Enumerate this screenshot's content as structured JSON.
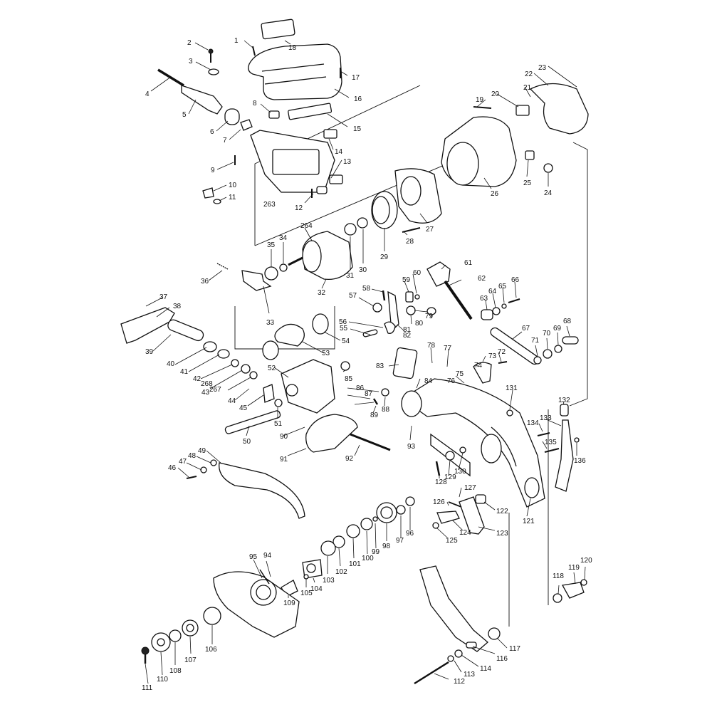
{
  "diagram": {
    "labels": [
      "1",
      "2",
      "3",
      "4",
      "5",
      "6",
      "7",
      "8",
      "9",
      "10",
      "11",
      "12",
      "13",
      "14",
      "15",
      "16",
      "17",
      "18",
      "19",
      "20",
      "21",
      "22",
      "23",
      "24",
      "25",
      "26",
      "27",
      "28",
      "29",
      "30",
      "31",
      "32",
      "33",
      "34",
      "35",
      "36",
      "37",
      "38",
      "39",
      "40",
      "41",
      "42",
      "43",
      "44",
      "45",
      "46",
      "47",
      "48",
      "49",
      "50",
      "51",
      "52",
      "53",
      "54",
      "55",
      "56",
      "57",
      "58",
      "59",
      "60",
      "61",
      "62",
      "63",
      "64",
      "65",
      "66",
      "67",
      "68",
      "69",
      "70",
      "71",
      "72",
      "73",
      "74",
      "75",
      "76",
      "77",
      "78",
      "79",
      "80",
      "81",
      "82",
      "83",
      "84",
      "85",
      "86",
      "87",
      "88",
      "89",
      "90",
      "91",
      "92",
      "93",
      "94",
      "95",
      "96",
      "97",
      "98",
      "99",
      "100",
      "101",
      "102",
      "103",
      "104",
      "105",
      "106",
      "107",
      "108",
      "109",
      "110",
      "111",
      "112",
      "113",
      "114",
      "116",
      "117",
      "118",
      "119",
      "120",
      "121",
      "122",
      "123",
      "124",
      "125",
      "126",
      "127",
      "128",
      "129",
      "130",
      "131",
      "132",
      "133",
      "134",
      "135",
      "136",
      "263",
      "264",
      "267",
      "268"
    ]
  }
}
